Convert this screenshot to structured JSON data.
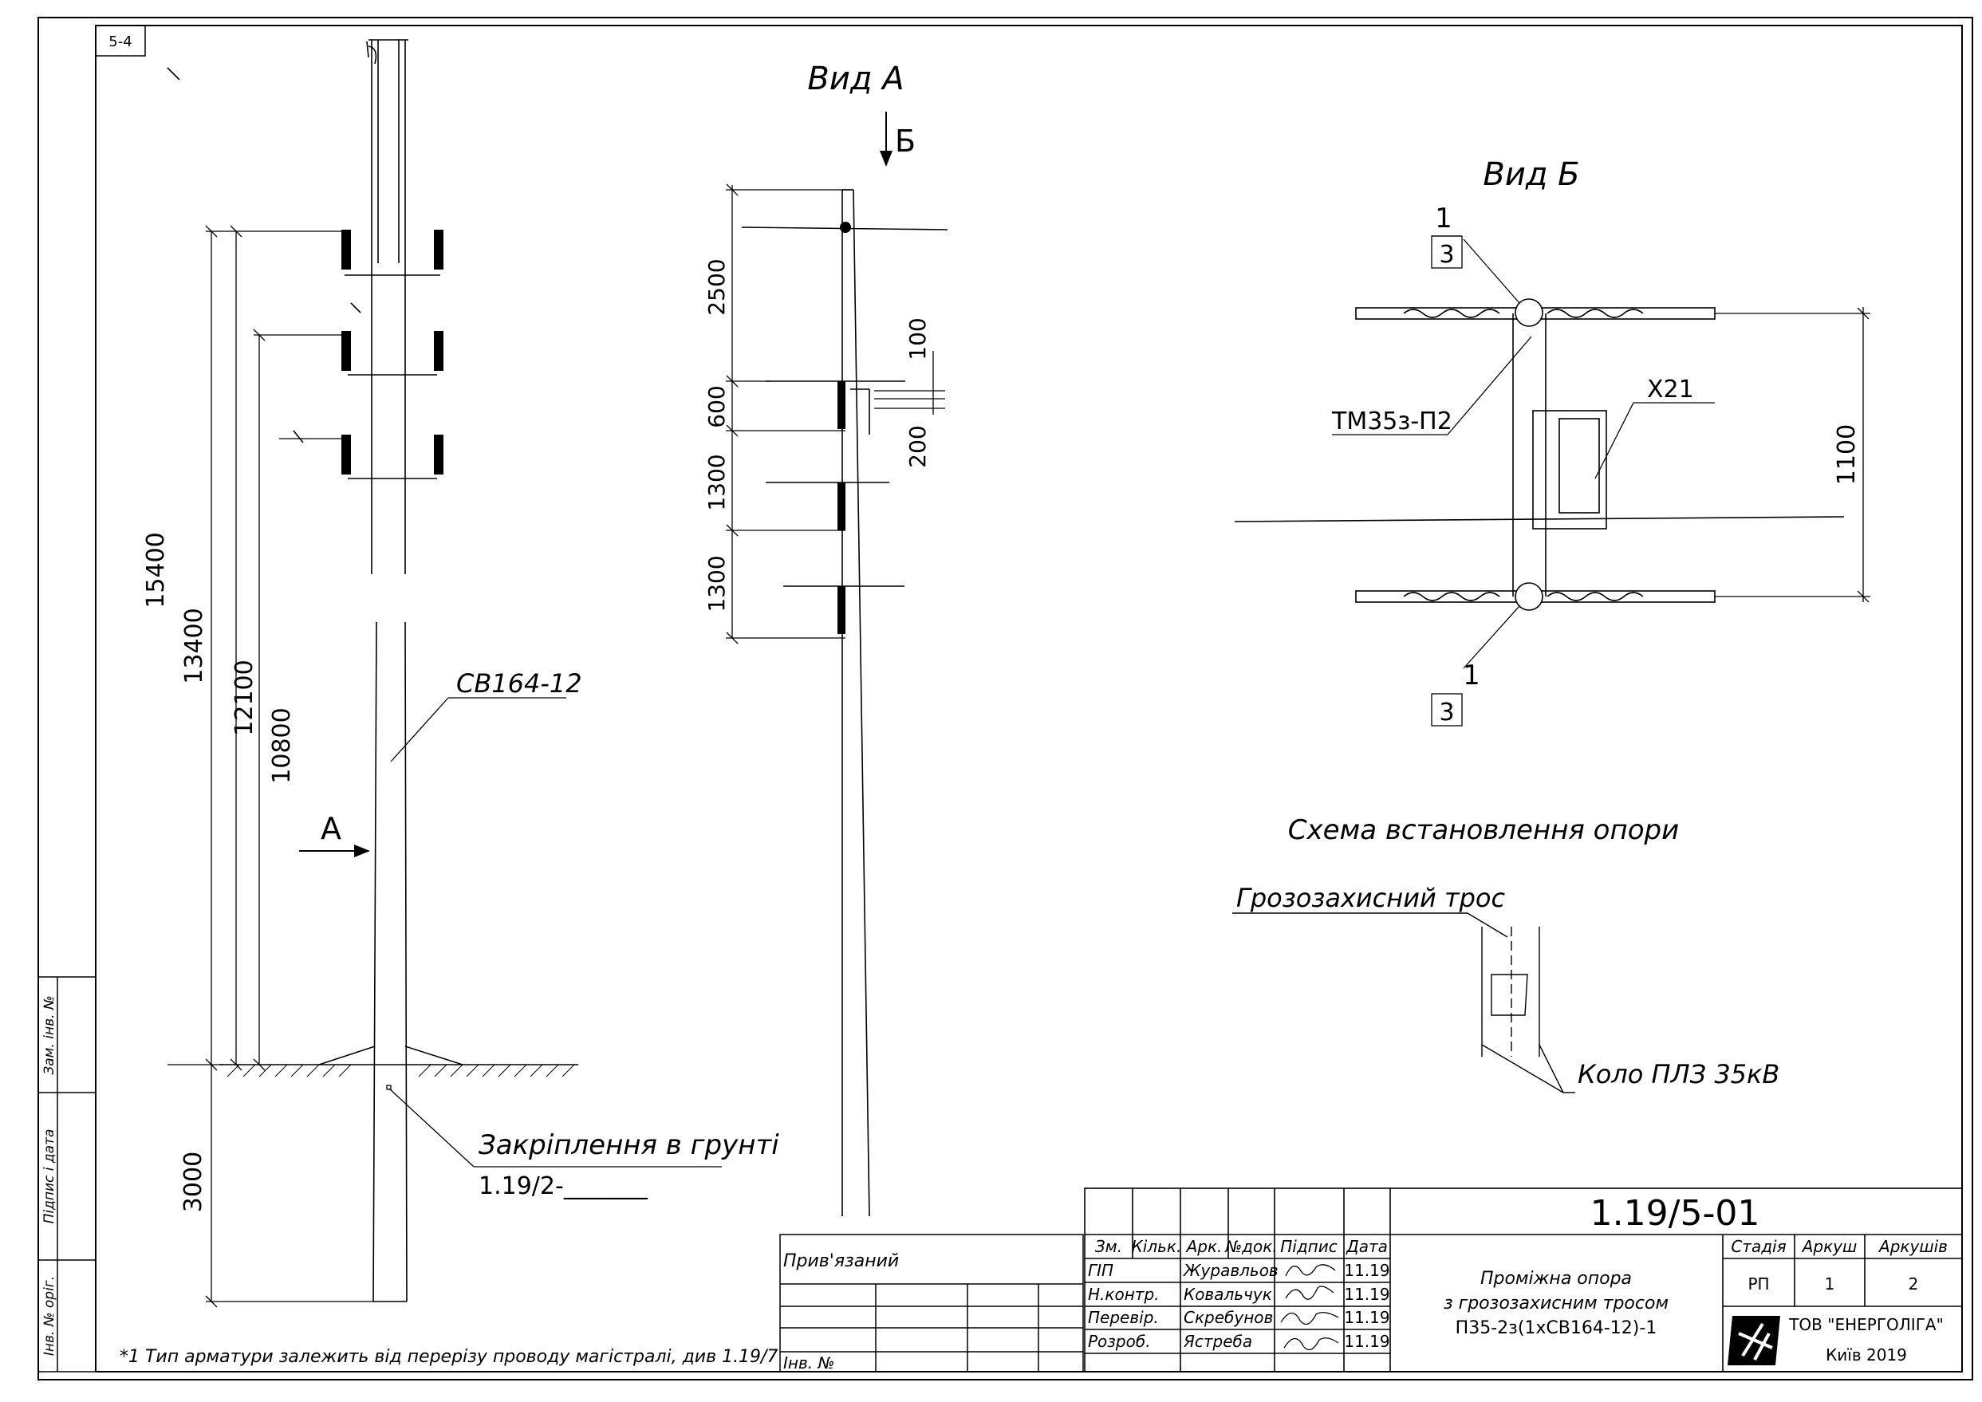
{
  "sheet_code": "5-4",
  "left_view": {
    "pole_label": "СВ164-12",
    "view_arrow": "А",
    "dims": {
      "d15400": "15400",
      "d13400": "13400",
      "d12100": "12100",
      "d10800": "10800",
      "d3000": "3000"
    },
    "anchor_label": "Закріплення в грунті",
    "anchor_ref": "1.19/2-_______"
  },
  "view_a": {
    "title": "Вид А",
    "arrow": "Б",
    "dims": {
      "d2500": "2500",
      "d600": "600",
      "d1300a": "1300",
      "d1300b": "1300",
      "d100": "100",
      "d200": "200"
    }
  },
  "view_b": {
    "title": "Вид Б",
    "callout_top": {
      "num": "1",
      "sheet": "3"
    },
    "callout_bottom": {
      "num": "1",
      "sheet": "3"
    },
    "clamp_label": "ТМ35з-П2",
    "x_label": "Х21",
    "dim": "1100"
  },
  "scheme": {
    "title": "Схема встановлення опори",
    "cable_label": "Грозозахисний трос",
    "line_label": "Коло ПЛЗ 35кВ"
  },
  "footnote": "*1 Тип арматури залежить від перерізу проводу магістралі, див 1.19/7",
  "side_stamps": {
    "a": "Зам. інв. №",
    "b": "Підпис і дата",
    "c": "Інв. № оріг."
  },
  "attached": {
    "label": "Прив'язаний",
    "inv": "Інв. №"
  },
  "title_block": {
    "doc_code": "1.19/5-01",
    "headers": {
      "zm": "Зм.",
      "kilk": "Кільк.",
      "ark": "Арк.",
      "ndok": "№док.",
      "pidpys": "Підпис",
      "data": "Дата"
    },
    "rows": [
      {
        "role": "ГІП",
        "name": "Журавльов",
        "date": "11.19"
      },
      {
        "role": "Н.контр.",
        "name": "Ковальчук",
        "date": "11.19"
      },
      {
        "role": "Перевір.",
        "name": "Скребунов",
        "date": "11.19"
      },
      {
        "role": "Розроб.",
        "name": "Ястреба",
        "date": "11.19"
      }
    ],
    "description": [
      "Проміжна опора",
      "з грозозахисним тросом",
      "П35-2з(1хСВ164-12)-1"
    ],
    "stage_label": "Стадія",
    "stage": "РП",
    "sheet_label": "Аркуш",
    "sheet": "1",
    "sheets_label": "Аркушів",
    "sheets": "2",
    "company": "ТОВ \"ЕНЕРГОЛІГА\"",
    "city_year": "Київ 2019"
  }
}
